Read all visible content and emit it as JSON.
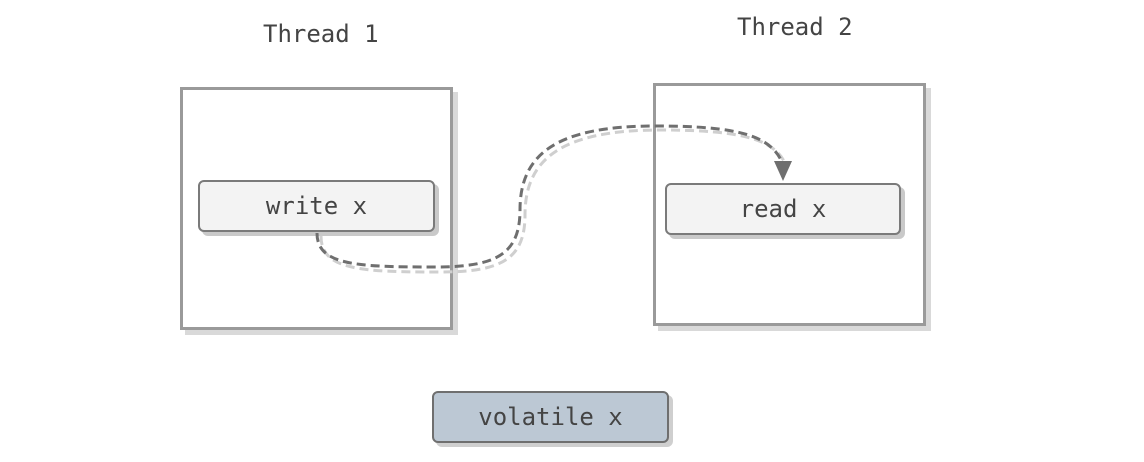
{
  "threads": [
    {
      "title": "Thread 1",
      "operation": "write x"
    },
    {
      "title": "Thread 2",
      "operation": "read x"
    }
  ],
  "shared_variable": "volatile x",
  "colors": {
    "box_border": "#9a9a9a",
    "op_fill": "#f3f3f3",
    "variable_fill": "#bcc8d4",
    "arrow": "#6f6f6f",
    "text": "#444444"
  }
}
